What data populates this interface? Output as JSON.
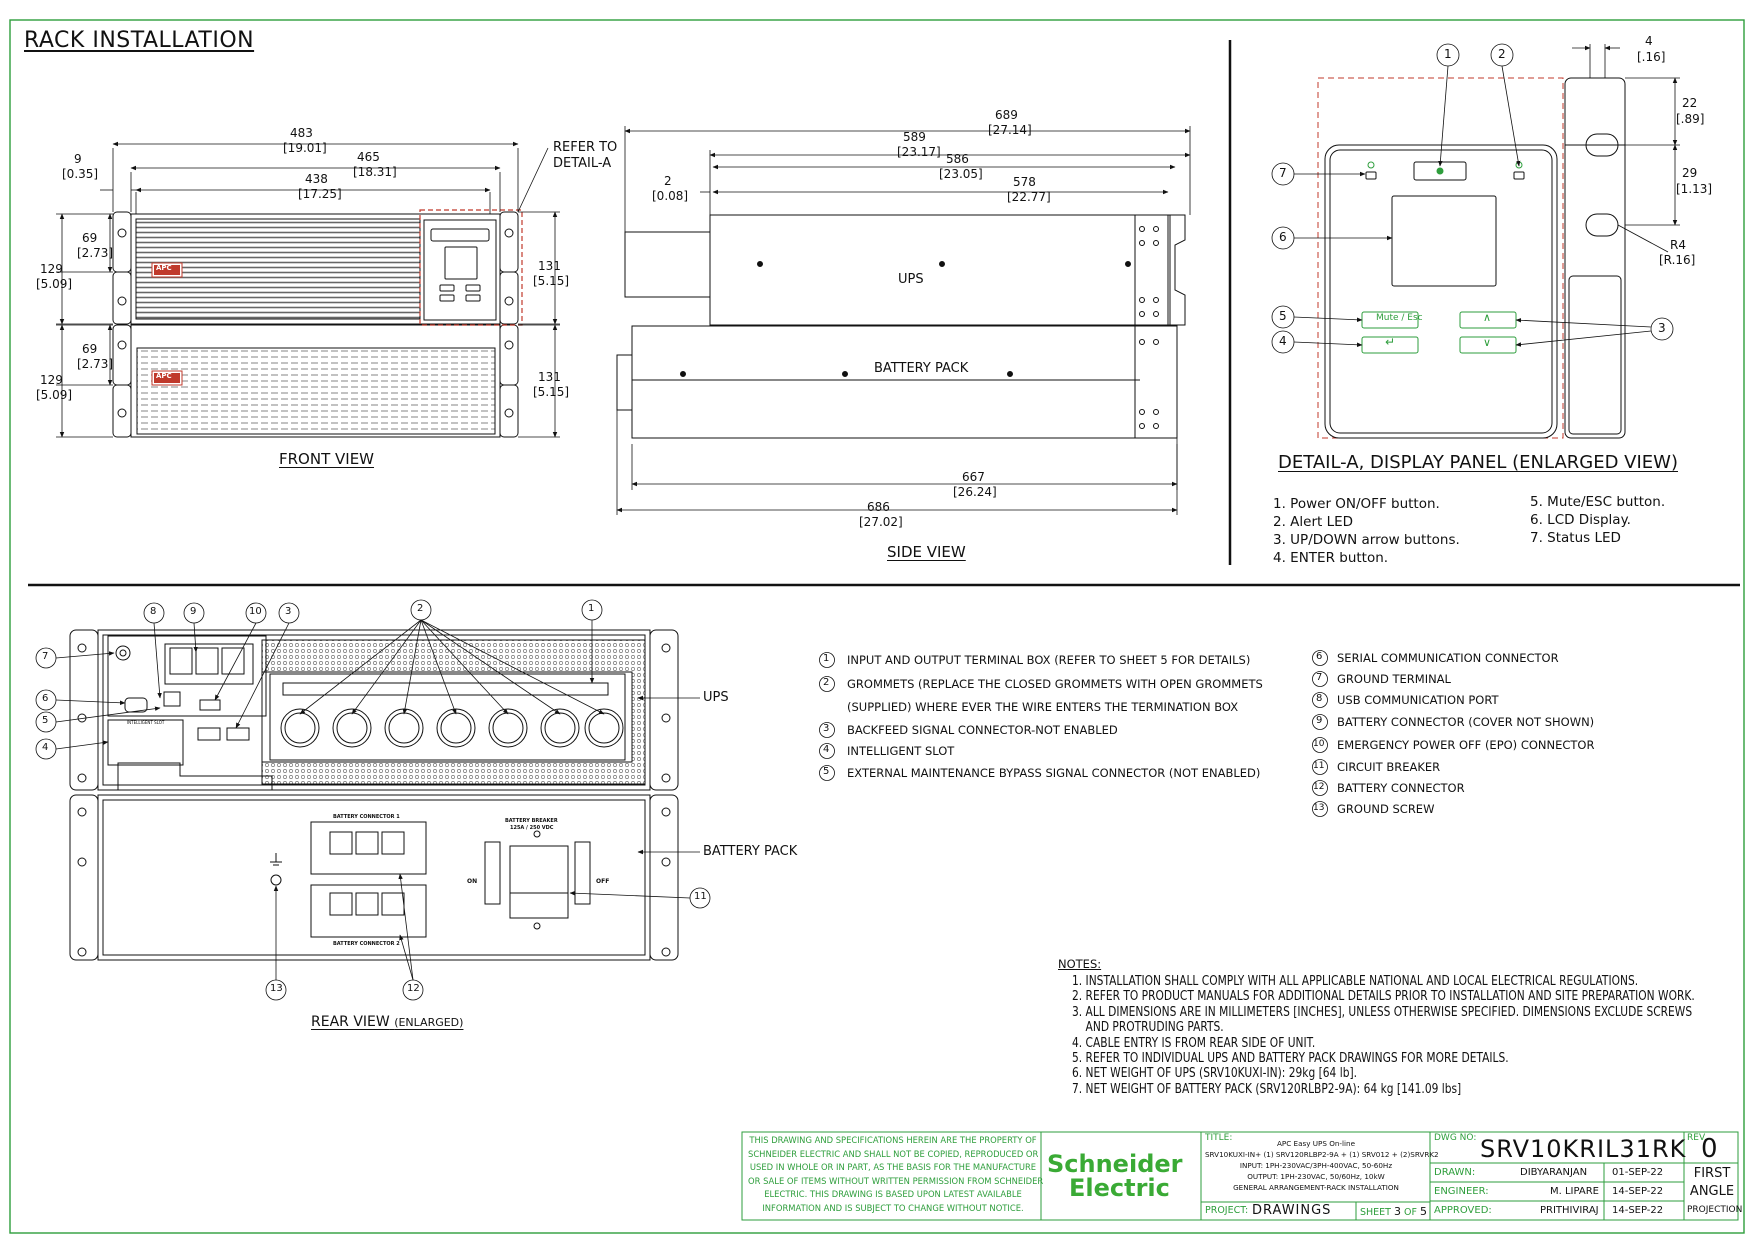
{
  "sheet_title": "RACK INSTALLATION",
  "front_view": {
    "label": "FRONT VIEW",
    "dims": {
      "d483": "483",
      "d483_in": "[19.01]",
      "d465": "465",
      "d465_in": "[18.31]",
      "d438": "438",
      "d438_in": "[17.25]",
      "d9": "9",
      "d9_in": "[0.35]",
      "d69a": "69",
      "d69a_in": "[2.73]",
      "d129a": "129",
      "d129a_in": "[5.09]",
      "d69b": "69",
      "d69b_in": "[2.73]",
      "d129b": "129",
      "d129b_in": "[5.09]",
      "d131a": "131",
      "d131a_in": "[5.15]",
      "d131b": "131",
      "d131b_in": "[5.15]"
    },
    "refer": "REFER TO",
    "detail": "DETAIL-A",
    "brand": "APC"
  },
  "side_view": {
    "label": "SIDE VIEW",
    "ups": "UPS",
    "battery": "BATTERY PACK",
    "dims": {
      "d689": "689",
      "d689_in": "[27.14]",
      "d589": "589",
      "d589_in": "[23.17]",
      "d586": "586",
      "d586_in": "[23.05]",
      "d578": "578",
      "d578_in": "[22.77]",
      "d2": "2",
      "d2_in": "[0.08]",
      "d667": "667",
      "d667_in": "[26.24]",
      "d686": "686",
      "d686_in": "[27.02]"
    }
  },
  "detail_a": {
    "label": "DETAIL-A, DISPLAY PANEL (ENLARGED VIEW)",
    "mute_label": "Mute / Esc",
    "up_symbol": "∧",
    "down_symbol": "∨",
    "enter_symbol": "↵",
    "callouts": [
      "1",
      "2",
      "3",
      "4",
      "5",
      "6",
      "7"
    ],
    "dims": {
      "d4": "4",
      "d4_in": "[.16]",
      "d22": "22",
      "d22_in": "[.89]",
      "d29": "29",
      "d29_in": "[1.13]",
      "r4": "R4",
      "r4_in": "[R.16]"
    },
    "items_left": [
      "1. Power ON/OFF button.",
      "2. Alert LED",
      "3. UP/DOWN arrow buttons.",
      "4. ENTER button."
    ],
    "items_right": [
      "5. Mute/ESC button.",
      "6. LCD Display.",
      "7. Status LED"
    ]
  },
  "rear_view": {
    "label": "REAR VIEW",
    "label_small": "(ENLARGED)",
    "ups": "UPS",
    "battery": "BATTERY PACK",
    "callouts": [
      "1",
      "2",
      "3",
      "4",
      "5",
      "6",
      "7",
      "8",
      "9",
      "10",
      "11",
      "12",
      "13"
    ],
    "small_text": {
      "battery_connector_1": "BATTERY CONNECTOR 1",
      "battery_connector_2": "BATTERY CONNECTOR 2",
      "battery_breaker": "BATTERY BREAKER",
      "breaker_rating": "125A / 250 VDC",
      "on": "ON",
      "off": "OFF",
      "intelligent_slot": "INTELLIGENT SLOT"
    }
  },
  "legend_left": [
    {
      "num": "1",
      "lines": [
        "INPUT AND OUTPUT TERMINAL BOX (REFER TO SHEET 5 FOR DETAILS)"
      ]
    },
    {
      "num": "2",
      "lines": [
        "GROMMETS (REPLACE THE CLOSED GROMMETS WITH OPEN GROMMETS",
        "(SUPPLIED) WHERE EVER THE WIRE ENTERS THE TERMINATION BOX"
      ]
    },
    {
      "num": "3",
      "lines": [
        "BACKFEED SIGNAL CONNECTOR-NOT ENABLED"
      ]
    },
    {
      "num": "4",
      "lines": [
        "INTELLIGENT SLOT"
      ]
    },
    {
      "num": "5",
      "lines": [
        "EXTERNAL MAINTENANCE BYPASS SIGNAL CONNECTOR (NOT ENABLED)"
      ]
    }
  ],
  "legend_right": [
    {
      "num": "6",
      "lines": [
        "SERIAL COMMUNICATION CONNECTOR"
      ]
    },
    {
      "num": "7",
      "lines": [
        "GROUND TERMINAL"
      ]
    },
    {
      "num": "8",
      "lines": [
        "USB COMMUNICATION PORT"
      ]
    },
    {
      "num": "9",
      "lines": [
        "BATTERY CONNECTOR (COVER NOT SHOWN)"
      ]
    },
    {
      "num": "10",
      "lines": [
        "EMERGENCY POWER OFF (EPO) CONNECTOR"
      ]
    },
    {
      "num": "11",
      "lines": [
        "CIRCUIT BREAKER"
      ]
    },
    {
      "num": "12",
      "lines": [
        "BATTERY CONNECTOR"
      ]
    },
    {
      "num": "13",
      "lines": [
        "GROUND SCREW"
      ]
    }
  ],
  "notes": {
    "heading": "NOTES:",
    "items": [
      "1. INSTALLATION SHALL COMPLY WITH ALL APPLICABLE NATIONAL AND LOCAL ELECTRICAL REGULATIONS.",
      "2. REFER TO PRODUCT MANUALS FOR ADDITIONAL DETAILS PRIOR TO INSTALLATION AND SITE PREPARATION WORK.",
      "3. ALL DIMENSIONS ARE IN MILLIMETERS [INCHES], UNLESS OTHERWISE SPECIFIED. DIMENSIONS EXCLUDE SCREWS",
      "    AND PROTRUDING PARTS.",
      "4. CABLE ENTRY IS FROM REAR SIDE OF UNIT.",
      "5. REFER TO INDIVIDUAL UPS AND BATTERY PACK DRAWINGS FOR MORE DETAILS.",
      "6. NET WEIGHT OF UPS (SRV10KUXI-IN): 29kg [64 lb].",
      "7. NET WEIGHT OF BATTERY PACK (SRV120RLBP2-9A): 64 kg [141.09 lbs]"
    ]
  },
  "title_block": {
    "disclaimer": [
      "THIS DRAWING AND SPECIFICATIONS HEREIN ARE THE PROPERTY OF",
      "SCHNEIDER ELECTRIC AND SHALL NOT BE COPIED, REPRODUCED OR",
      "USED IN WHOLE OR IN PART, AS THE BASIS FOR THE MANUFACTURE",
      "OR SALE OF ITEMS WITHOUT WRITTEN PERMISSION FROM SCHNEIDER",
      "ELECTRIC. THIS DRAWING IS BASED UPON LATEST AVAILABLE",
      "INFORMATION AND IS SUBJECT TO CHANGE WITHOUT NOTICE."
    ],
    "logo_line1": "Schneider",
    "logo_line2": "Electric",
    "title_label": "TITLE:",
    "title_lines": [
      "APC Easy UPS On-line",
      "SRV10KUXI-IN+ (1) SRV120RLBP2-9A + (1) SRV012 + (2)SRVRK2",
      "INPUT: 1PH-230VAC/3PH-400VAC, 50-60Hz",
      "OUTPUT: 1PH-230VAC, 50/60Hz, 10kW",
      "GENERAL ARRANGEMENT-RACK INSTALLATION"
    ],
    "project_label": "PROJECT:",
    "project": "DRAWINGS",
    "sheet_label": "SHEET",
    "sheet_num": "3",
    "sheet_of": "OF",
    "sheet_total": "5",
    "dwg_no_label": "DWG NO:",
    "dwg_no": "SRV10KRIL31RK",
    "rev_label": "REV.",
    "rev": "0",
    "drawn_label": "DRAWN:",
    "drawn_by": "DIBYARANJAN",
    "drawn_date": "01-SEP-22",
    "engineer_label": "ENGINEER:",
    "engineer": "M. LIPARE",
    "engineer_date": "14-SEP-22",
    "approved_label": "APPROVED:",
    "approved_by": "PRITHIVIRAJ",
    "approved_date": "14-SEP-22",
    "projection_1": "FIRST",
    "projection_2": "ANGLE",
    "projection_3": "PROJECTION"
  },
  "colors": {
    "frame_green": "#2e9e3c",
    "logo_green": "#3aaa35",
    "detail_red": "#c0392b",
    "ink": "#111111"
  }
}
